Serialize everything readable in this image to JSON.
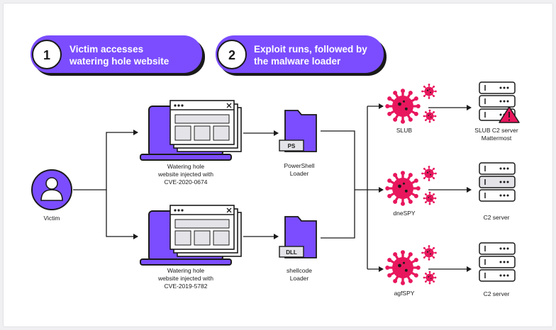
{
  "steps": [
    {
      "number": "1",
      "line1": "Victim accesses",
      "line2": "watering hole website"
    },
    {
      "number": "2",
      "line1": "Exploit runs, followed by",
      "line2": "the malware loader"
    }
  ],
  "victim": {
    "label": "Victim",
    "icon": "user-icon"
  },
  "websites": [
    {
      "line1": "Watering hole",
      "line2": "website injected with",
      "line3": "CVE-2020-0674"
    },
    {
      "line1": "Watering hole",
      "line2": "website injected with",
      "line3": "CVE-2019-5782"
    }
  ],
  "loaders": [
    {
      "tag": "PS",
      "line1": "PowerShell",
      "line2": "Loader"
    },
    {
      "tag": "DLL",
      "line1": "shellcode",
      "line2": "Loader"
    }
  ],
  "malware": [
    {
      "label": "SLUB"
    },
    {
      "label": "dneSPY"
    },
    {
      "label": "agfSPY"
    }
  ],
  "servers": [
    {
      "line1": "SLUB C2 server",
      "line2": "Mattermost",
      "warning": true
    },
    {
      "line1": "C2 server",
      "line2": "",
      "warning": false
    },
    {
      "line1": "C2 server",
      "line2": "",
      "warning": false
    }
  ],
  "colors": {
    "purple": "#7b4dff",
    "pink": "#e8175d",
    "dark": "#1a1a1a",
    "server_gray": "#e4e4e8",
    "warning_red": "#e8175d"
  }
}
